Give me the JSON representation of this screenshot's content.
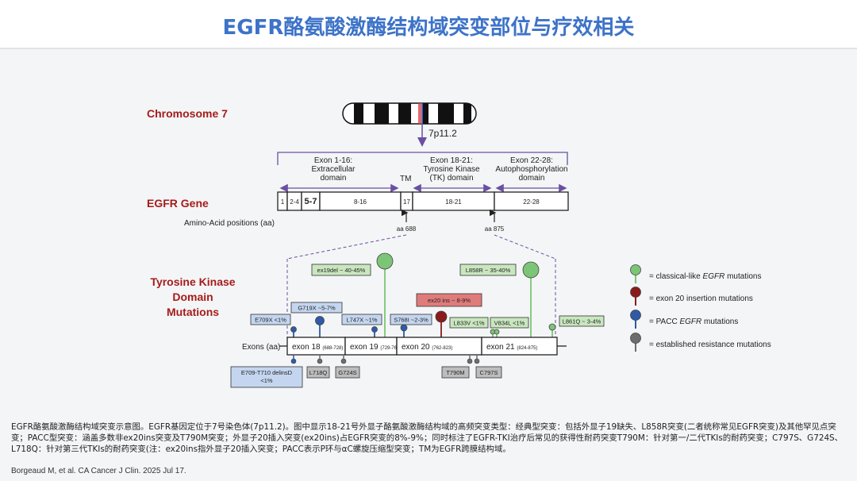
{
  "title": "EGFR酪氨酸激酶结构域突变部位与疗效相关",
  "chromosome": {
    "label": "Chromosome 7",
    "locus": "7p11.2"
  },
  "gene": {
    "label": "EGFR Gene",
    "aa_label": "Amino-Acid positions (aa)",
    "domains": [
      "Exon 1-16:\nExtracellular\ndomain",
      "Exon 18-21:\nTyrosine Kinase\n(TK) domain",
      "Exon 22-28:\nAutophosphorylation\ndomain"
    ],
    "tm": "TM",
    "boxes": [
      "1",
      "2-4",
      "5-7",
      "8-16",
      "17",
      "18-21",
      "22-28"
    ],
    "aa_markers": [
      "aa 688",
      "aa 875"
    ]
  },
  "tk": {
    "label": "Tyrosine Kinase\nDomain\nMutations",
    "exons_label": "Exons (aa)",
    "exons": [
      {
        "name": "exon 18",
        "range": "(688-728)"
      },
      {
        "name": "exon 19",
        "range": "(729-761)"
      },
      {
        "name": "exon 20",
        "range": "(762-823)"
      },
      {
        "name": "exon 21",
        "range": "(824-875)"
      }
    ],
    "mutations_above": [
      {
        "label": "E709X <1%",
        "type": "pacc"
      },
      {
        "label": "G719X ~5-7%",
        "type": "pacc"
      },
      {
        "label": "L747X ~1%",
        "type": "pacc"
      },
      {
        "label": "ex19del ~ 40-45%",
        "type": "classical"
      },
      {
        "label": "S768I ~2-3%",
        "type": "pacc"
      },
      {
        "label": "ex20 ins ~ 8-9%",
        "type": "ex20"
      },
      {
        "label": "L833V <1%",
        "type": "classical"
      },
      {
        "label": "V834L <1%",
        "type": "classical"
      },
      {
        "label": "L858R ~ 35-40%",
        "type": "classical"
      },
      {
        "label": "L861Q ~ 3-4%",
        "type": "classical"
      }
    ],
    "mutations_below": [
      {
        "label": "E709-T710 delinsD\n<1%",
        "type": "pacc"
      },
      {
        "label": "L718Q",
        "type": "resistance"
      },
      {
        "label": "G724S",
        "type": "resistance"
      },
      {
        "label": "T790M",
        "type": "resistance"
      },
      {
        "label": "C797S",
        "type": "resistance"
      }
    ]
  },
  "legend": [
    {
      "label": "= classical-like EGFR mutations",
      "type": "classical"
    },
    {
      "label": "= exon 20 insertion mutations",
      "type": "ex20"
    },
    {
      "label": "= PACC EGFR mutations",
      "type": "pacc"
    },
    {
      "label": "= established resistance mutations",
      "type": "resistance"
    }
  ],
  "colors": {
    "classical": "#7cc576",
    "ex20": "#8b1a1a",
    "pacc": "#2e5aa8",
    "resistance": "#6d6d6d",
    "classical_box": "#c9e7bf",
    "ex20_box": "#e07b7b",
    "pacc_box": "#c4d6ef",
    "resistance_box": "#bdbdbd",
    "accent_red": "#a51c1c",
    "title_blue": "#3d73c8",
    "arrow": "#6a4fa3"
  },
  "caption": "EGFR酪氨酸激酶结构域突变示意图。EGFR基因定位于7号染色体(7p11.2)。图中显示18-21号外显子酪氨酸激酶结构域的高频突变类型：经典型突变：包括外显子19缺失、L858R突变(二者统称常见EGFR突变)及其他罕见点突变；PACC型突变：涵盖多数非ex20ins突变及T790M突变；外显子20插入突变(ex20ins)占EGFR突变的8%-9%；同时标注了EGFR-TKI治疗后常见的获得性耐药突变T790M：针对第一/二代TKIs的耐药突变；C797S、G724S、L718Q：针对第三代TKIs的耐药突变(注：ex20ins指外显子20插入突变；PACC表示P环与αC螺旋压缩型突变；TM为EGFR跨膜结构域。",
  "citation": "Borgeaud M, et al. CA Cancer J Clin. 2025 Jul 17."
}
